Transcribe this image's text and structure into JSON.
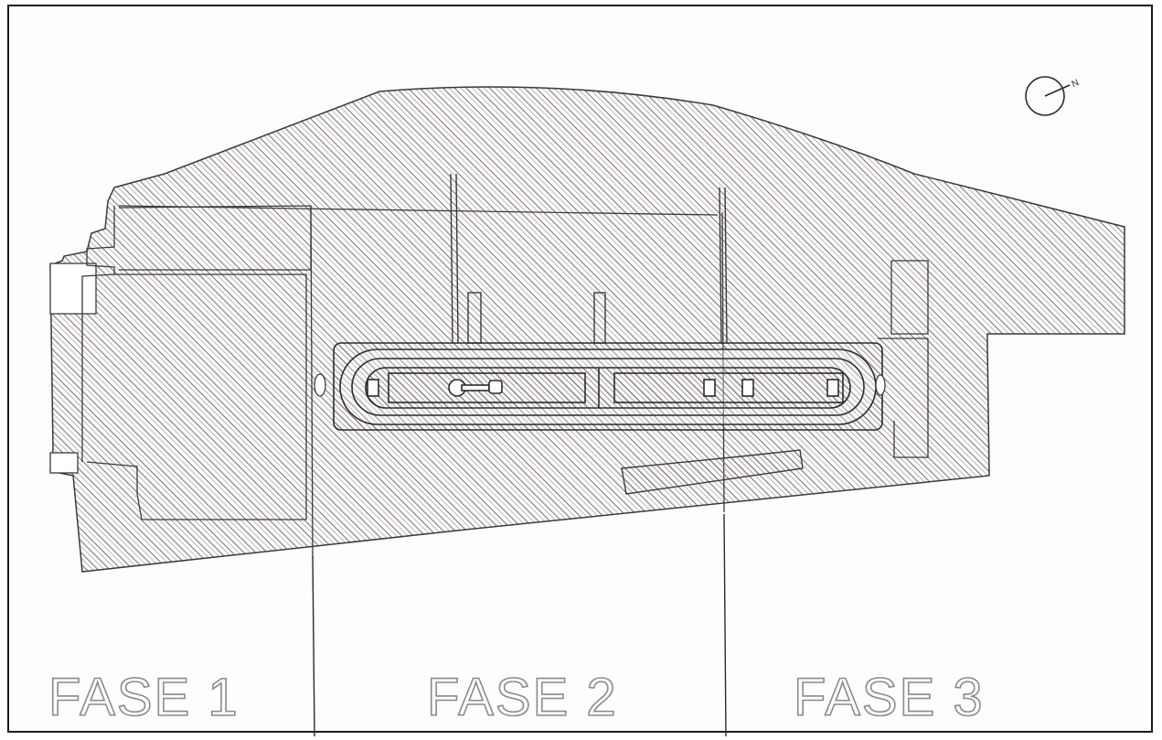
{
  "phases": [
    {
      "id": "fase-1",
      "label": "FASE 1"
    },
    {
      "id": "fase-2",
      "label": "FASE 2"
    },
    {
      "id": "fase-3",
      "label": "FASE 3"
    }
  ],
  "north_arrow": {
    "letter": "N"
  },
  "colors": {
    "frame": "#1a1a1a",
    "outline": "#3a3a3a",
    "hatch_green": "#7f9a6e",
    "hatch_purple": "#8a6f8a",
    "phase_text_stroke": "#8a8a8a"
  }
}
